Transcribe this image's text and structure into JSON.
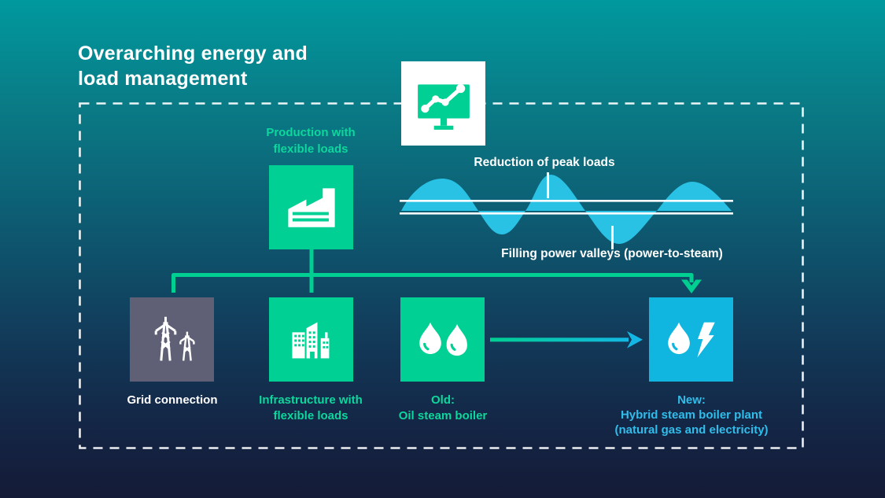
{
  "title": "Overarching energy and\nload management",
  "flow": {
    "production_label": "Production with\nflexible loads",
    "monitoring_icon": "monitoring-chart-icon",
    "factory_icon": "factory-icon"
  },
  "load_curve": {
    "peak_label": "Reduction of peak loads",
    "valley_label": "Filling power valleys (power-to-steam)"
  },
  "nodes": [
    {
      "label": "Grid connection",
      "icon": "transmission-towers-icon",
      "tile_color": "#5f6076",
      "label_color": "#ffffff"
    },
    {
      "label": "Infrastructure with\nflexible loads",
      "icon": "city-buildings-icon",
      "tile_color": "#00d094",
      "label_color": "#0cd79c"
    },
    {
      "label": "Old:\nOil steam boiler",
      "icon": "flame-droplet-icon",
      "tile_color": "#00d094",
      "label_color": "#0cd79c"
    },
    {
      "label": "New:\nHybrid steam boiler plant\n(natural gas and electricity)",
      "icon": "flame-lightning-icon",
      "tile_color": "#10b5e0",
      "label_color": "#31bdea"
    }
  ],
  "colors": {
    "background_top": "#00999e",
    "background_bottom": "#141b37",
    "green": "#00d094",
    "green_text": "#0cd79c",
    "cyan": "#10b5e0",
    "cyan_text": "#31bdea",
    "wave": "#29c1e4",
    "gray": "#5f6076",
    "white": "#ffffff",
    "connector_green": "#00cf92"
  }
}
